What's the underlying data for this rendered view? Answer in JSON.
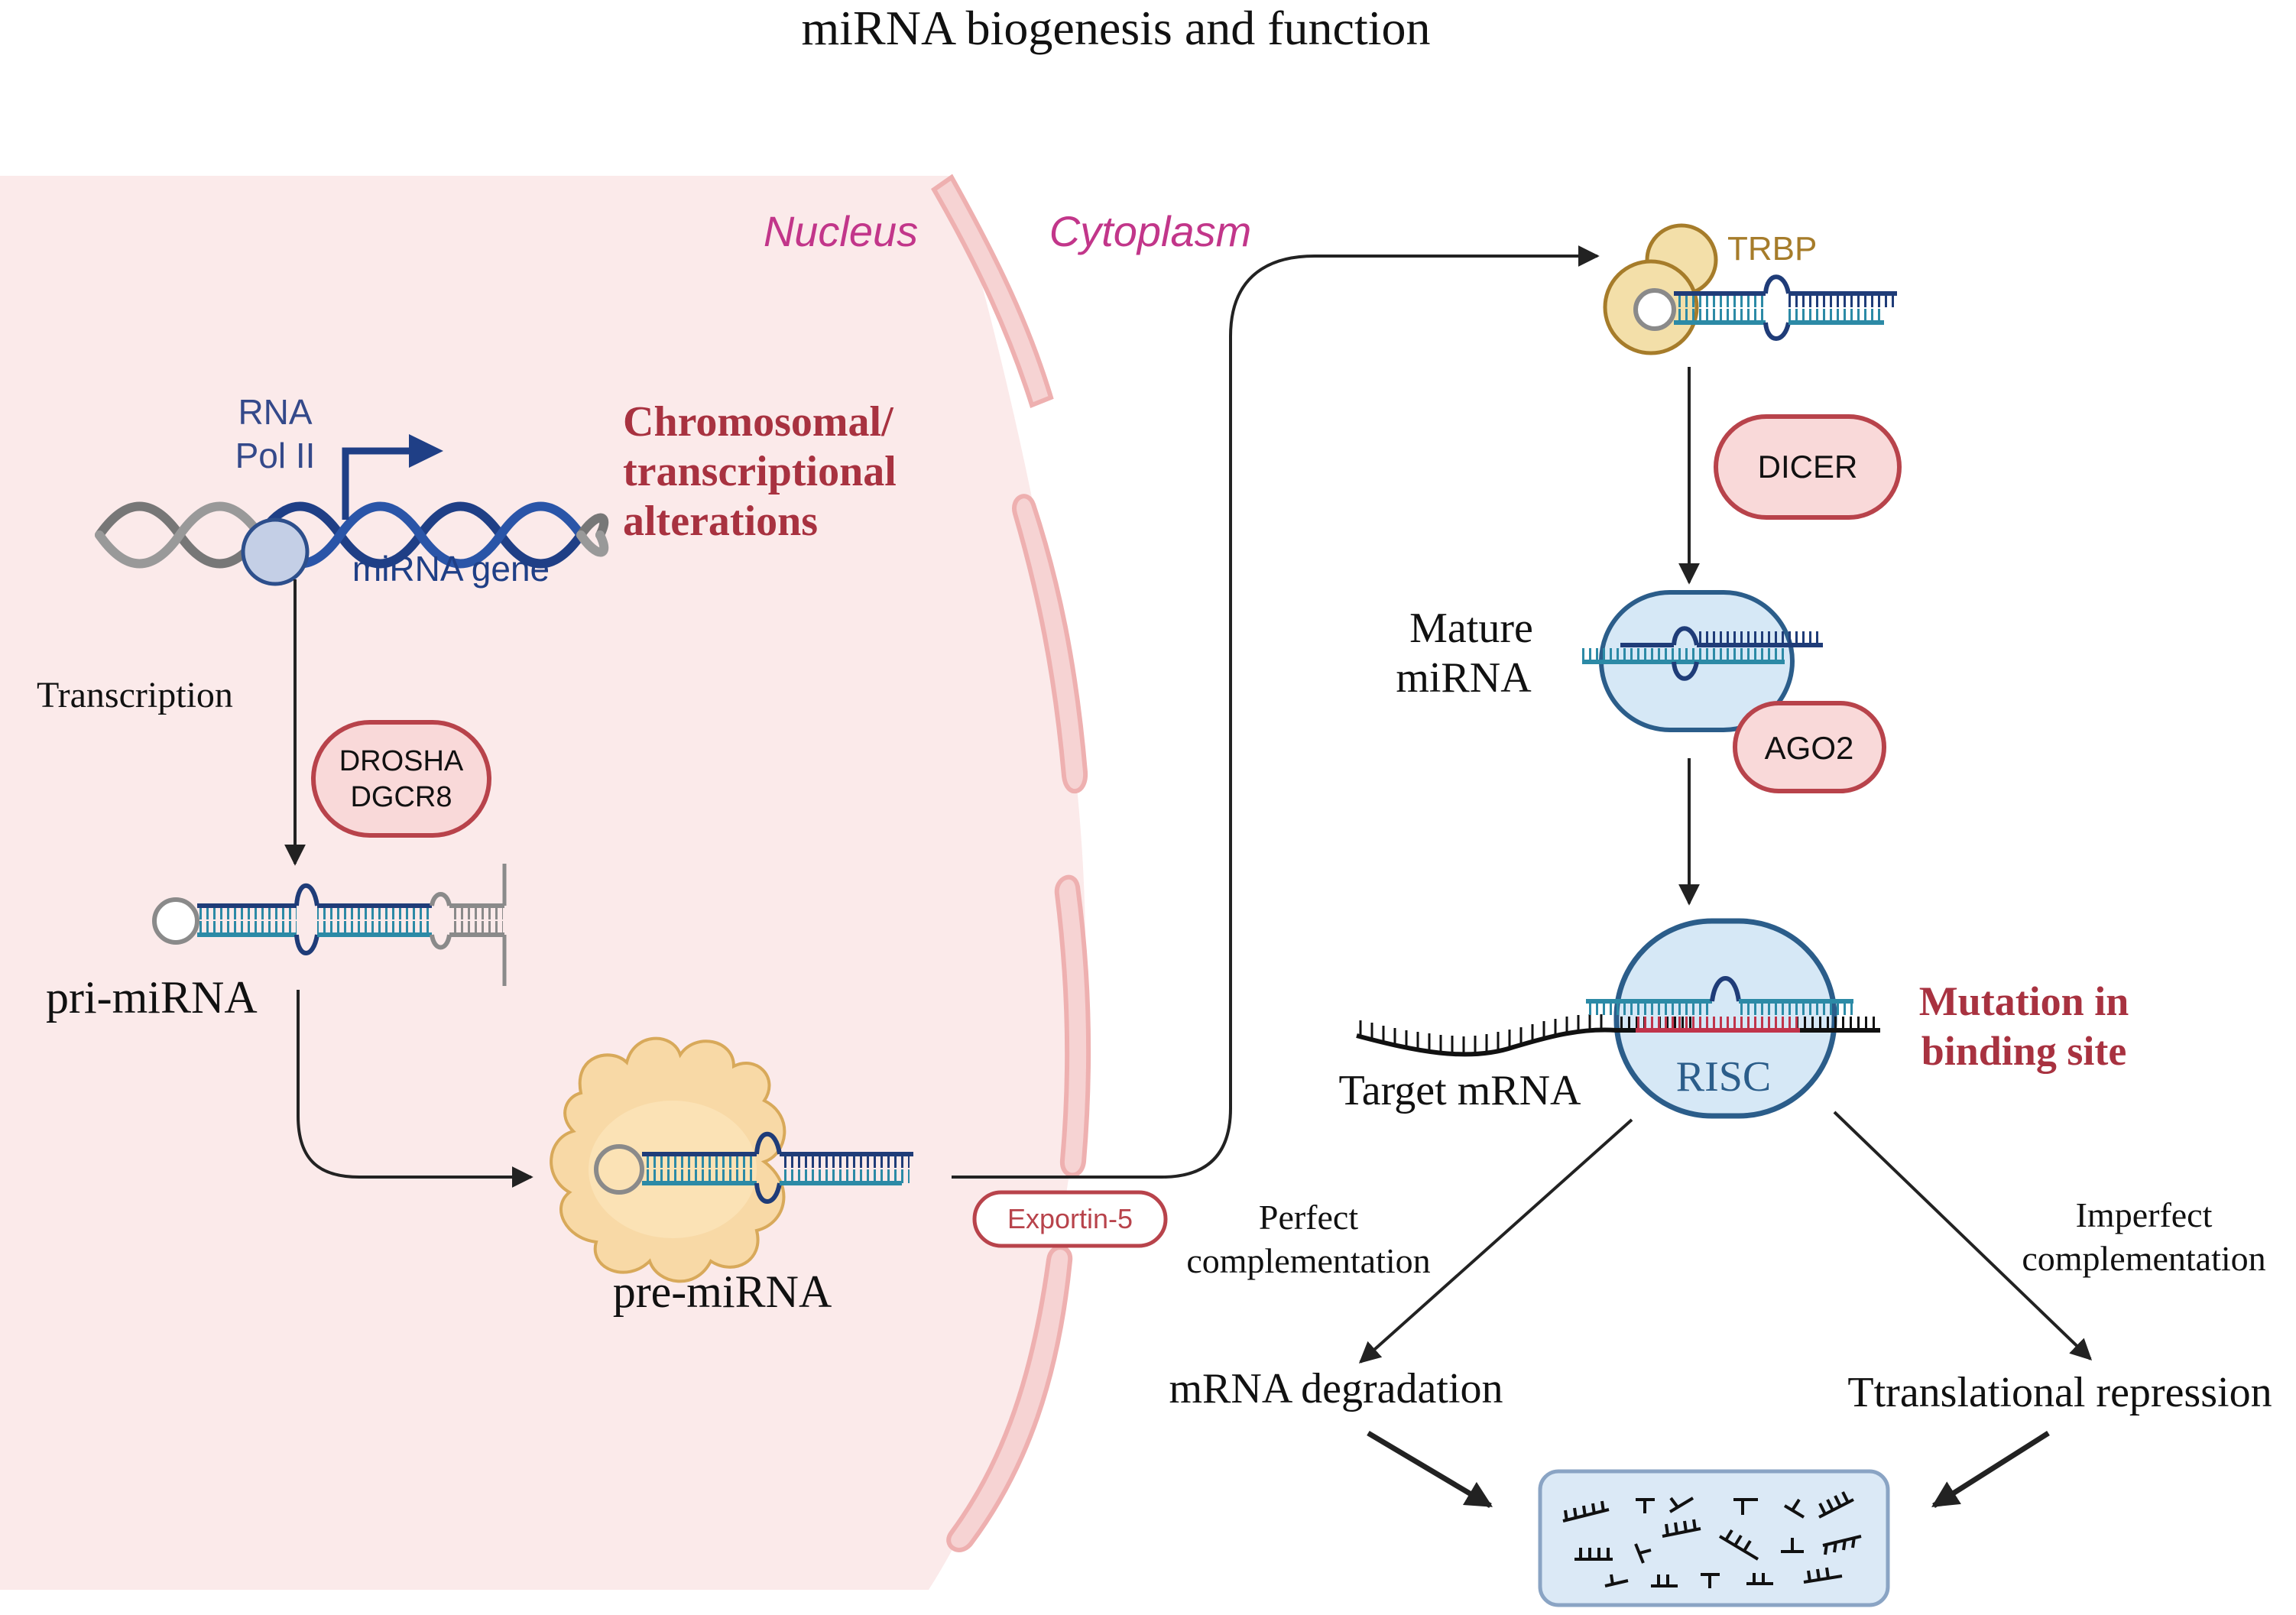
{
  "title": "miRNA biogenesis and function",
  "compartments": {
    "nucleus": "Nucleus",
    "cytoplasm": "Cytoplasm"
  },
  "labels": {
    "rna_pol": [
      "RNA",
      "Pol II"
    ],
    "mirna_gene": "miRNA gene",
    "chromosomal": [
      "Chromosomal/",
      "transcriptional",
      "alterations"
    ],
    "transcription": "Transcription",
    "drosha": [
      "DROSHA",
      "DGCR8"
    ],
    "pri_mirna": "pri-miRNA",
    "pre_mirna": "pre-miRNA",
    "exportin": "Exportin-5",
    "trbp": "TRBP",
    "dicer": "DICER",
    "mature_mirna": [
      "Mature",
      "miRNA"
    ],
    "ago2": "AGO2",
    "target_mrna": "Target mRNA",
    "risc": "RISC",
    "mutation": [
      "Mutation in",
      "binding site"
    ],
    "perfect": [
      "Perfect",
      "complementation"
    ],
    "imperfect": [
      "Imperfect",
      "complementation"
    ],
    "mrna_degradation": "mRNA degradation",
    "translational_repression": "Ttranslational repression"
  },
  "colors": {
    "nucleus_fill": "#fbeaea",
    "envelope": "#f4c6c6",
    "compartment_label": "#c2368a",
    "alteration_text": "#a83240",
    "pill_stroke": "#b8434b",
    "pill_fill": "#f9d9d9",
    "trbp": "#a67c2a",
    "trbp_fill": "#f3dfa9",
    "ago_stroke": "#2b5d8a",
    "ago_fill": "#d6e8f6",
    "rna_navy": "#1f3c78",
    "rna_teal": "#2c8aa6",
    "rna_grey": "#8a8a8a",
    "dna_navy": "#1f3f86",
    "dna_grey": "#777777",
    "mutation_red": "#c0344b",
    "arrow": "#222222"
  }
}
